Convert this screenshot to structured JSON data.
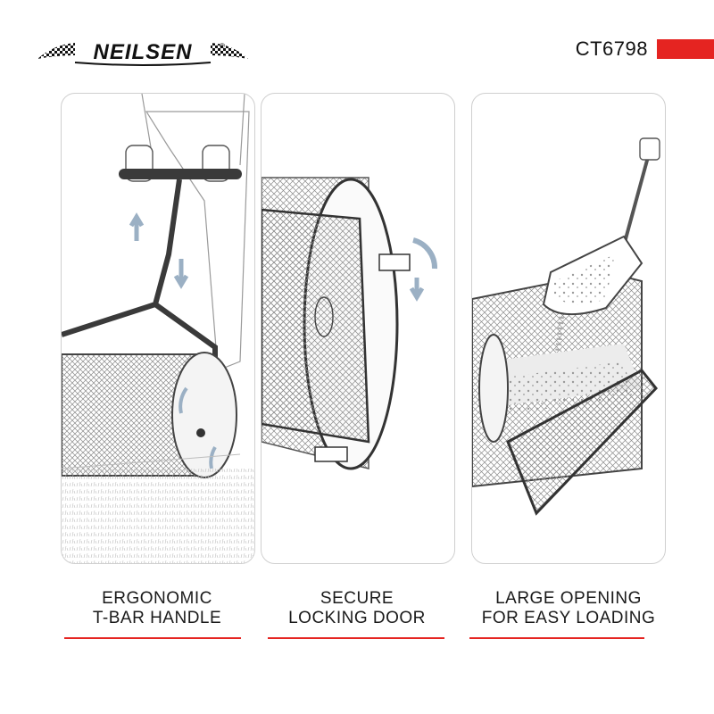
{
  "brand": {
    "name": "NEILSEN",
    "registered": "®"
  },
  "product_code": "CT6798",
  "colors": {
    "accent": "#e52421",
    "ink": "#2b2b2b",
    "mesh": "#8a8a8a",
    "panel_border": "#cfcfcf"
  },
  "features": [
    {
      "line1": "ERGONOMIC",
      "line2": "T-BAR HANDLE",
      "icon": "t-bar-handle-illustration"
    },
    {
      "line1": "SECURE",
      "line2": "LOCKING DOOR",
      "icon": "locking-door-illustration"
    },
    {
      "line1": "LARGE OPENING",
      "line2": "FOR EASY LOADING",
      "icon": "shovel-loading-illustration"
    }
  ]
}
